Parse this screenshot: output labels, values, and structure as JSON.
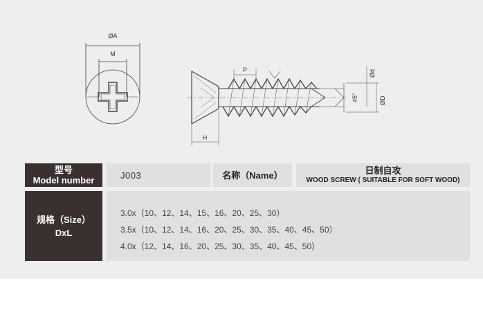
{
  "diagram": {
    "labels": {
      "outer_diameter": "ØA",
      "recess_width": "M",
      "pitch": "P",
      "head_height": "H",
      "inner_diameter": "Ød",
      "major_diameter": "ØD",
      "tip_angle": "45°"
    }
  },
  "table": {
    "model_label_cn": "型号",
    "model_label_en": "Model number",
    "model_value": "J003",
    "name_label": "名称（Name）",
    "name_value_cn": "日制自攻",
    "name_value_en": "WOOD SCREW ( SUITABLE FOR SOFT WOOD)",
    "size_label_cn": "规格（Size）",
    "size_label_en": "DxL",
    "sizes": [
      "3.0x（10、12、14、15、16、20、25、30）",
      "3.5x（10、12、14、16、20、25、30、35、40、45、50）",
      "4.0x（12、14、16、20、25、30、35、40、45、50）"
    ]
  }
}
